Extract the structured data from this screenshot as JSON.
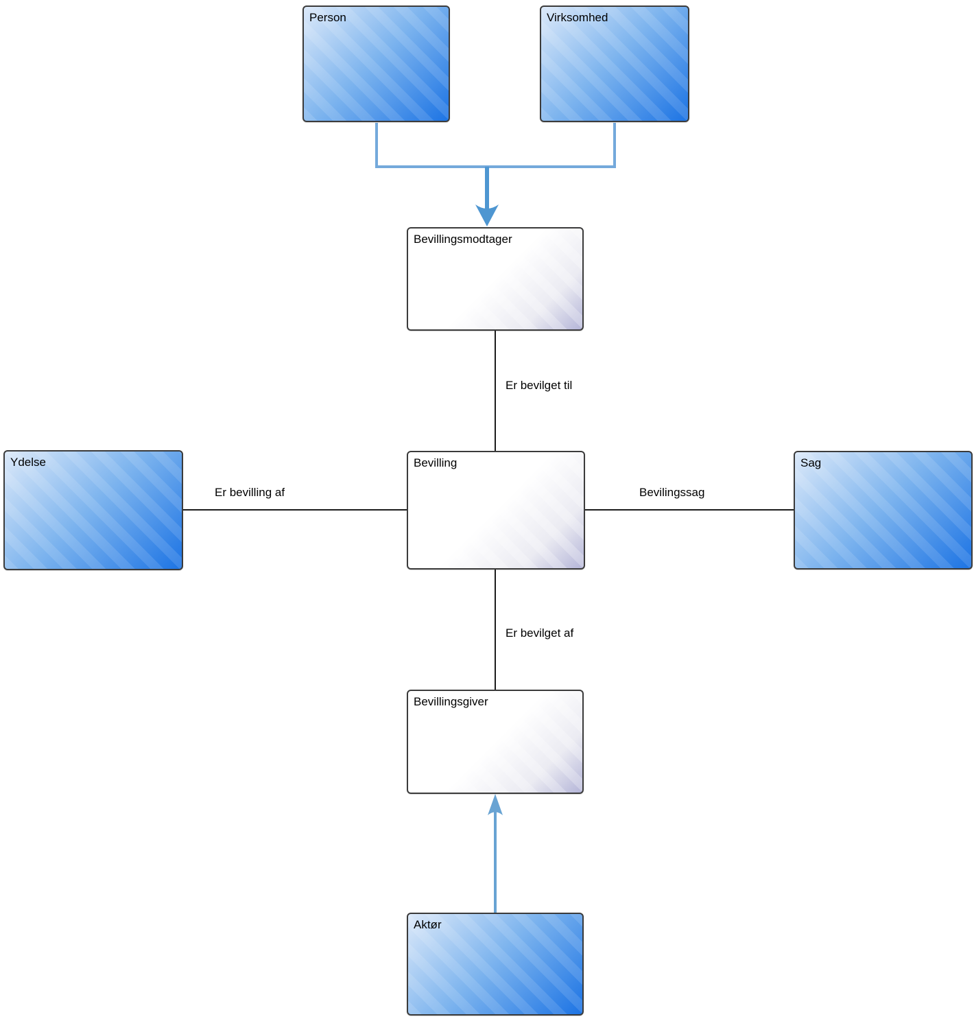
{
  "colors": {
    "canvas_bg": "#ffffff",
    "node_border": "#3b3b3b",
    "node_blue_start": "#dce9f9",
    "node_blue_mid": "#7db4ee",
    "node_blue_end": "#1d74e4",
    "node_white_start": "#ffffff",
    "node_white_end": "#b4b5d8",
    "line_black": "#1c1c1c",
    "connector_blue": "#74a9db",
    "arrow_blue": "#4e96d1",
    "arrow_blue_light": "#68a3d3",
    "label_color": "#000000"
  },
  "nodes": {
    "person": {
      "label": "Person",
      "fill": "blue"
    },
    "virksomhed": {
      "label": "Virksomhed",
      "fill": "blue"
    },
    "bevillingsmodtager": {
      "label": "Bevillingsmodtager",
      "fill": "white"
    },
    "ydelse": {
      "label": "Ydelse",
      "fill": "blue"
    },
    "bevilling": {
      "label": "Bevilling",
      "fill": "white"
    },
    "sag": {
      "label": "Sag",
      "fill": "blue"
    },
    "bevillingsgiver": {
      "label": "Bevillingsgiver",
      "fill": "white"
    },
    "aktor": {
      "label": "Aktør",
      "fill": "blue"
    }
  },
  "edges": {
    "person_virksomhed_to_bevillingsmodtager": {
      "from": [
        "Person",
        "Virksomhed"
      ],
      "to": "Bevillingsmodtager",
      "label": "",
      "style": "blue-arrow"
    },
    "bevillingsmodtager_to_bevilling": {
      "from": "Bevillingsmodtager",
      "to": "Bevilling",
      "label": "Er bevilget til",
      "style": "plain-line"
    },
    "ydelse_to_bevilling": {
      "from": "Ydelse",
      "to": "Bevilling",
      "label": "Er bevilling af",
      "style": "plain-line"
    },
    "bevilling_to_sag": {
      "from": "Bevilling",
      "to": "Sag",
      "label": "Bevilingssag",
      "style": "plain-line"
    },
    "bevilling_to_bevillingsgiver": {
      "from": "Bevilling",
      "to": "Bevillingsgiver",
      "label": "Er bevilget af",
      "style": "plain-line"
    },
    "aktor_to_bevillingsgiver": {
      "from": "Aktør",
      "to": "Bevillingsgiver",
      "label": "",
      "style": "blue-arrow"
    }
  }
}
